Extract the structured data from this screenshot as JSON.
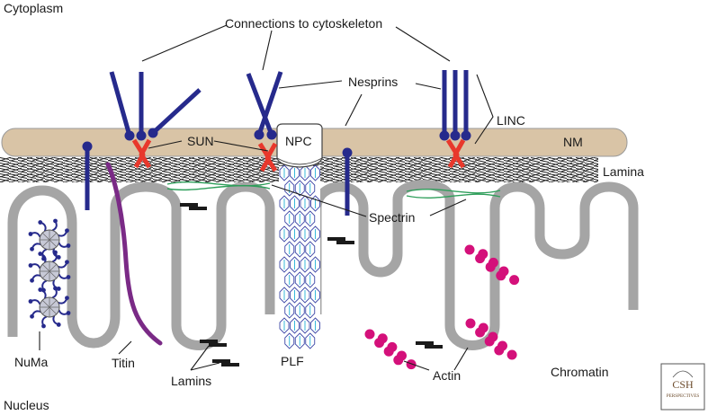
{
  "labels": {
    "cytoplasm": "Cytoplasm",
    "nucleus": "Nucleus",
    "connections": "Connections to cytoskeleton",
    "nesprins": "Nesprins",
    "linc": "LINC",
    "sun": "SUN",
    "npc": "NPC",
    "nm": "NM",
    "lamina": "Lamina",
    "spectrin": "Spectrin",
    "numa": "NuMa",
    "titin": "Titin",
    "lamins": "Lamins",
    "plf": "PLF",
    "actin": "Actin",
    "chromatin": "Chromatin"
  },
  "logo": {
    "main": "CSH",
    "sub": "PERSPECTIVES"
  },
  "colors": {
    "membrane": "#d9c4a6",
    "nesprin": "#262a8c",
    "sun": "#e8382c",
    "chromatin": "#a5a5a5",
    "titin": "#7a2a86",
    "spectrin": "#2e9e5a",
    "actin": "#d4107a",
    "numa": "#262a8c",
    "plf_outline": "#3b45a6",
    "plf_inner": "#22b1d6",
    "lamin_bar": "#1a1a1a"
  }
}
